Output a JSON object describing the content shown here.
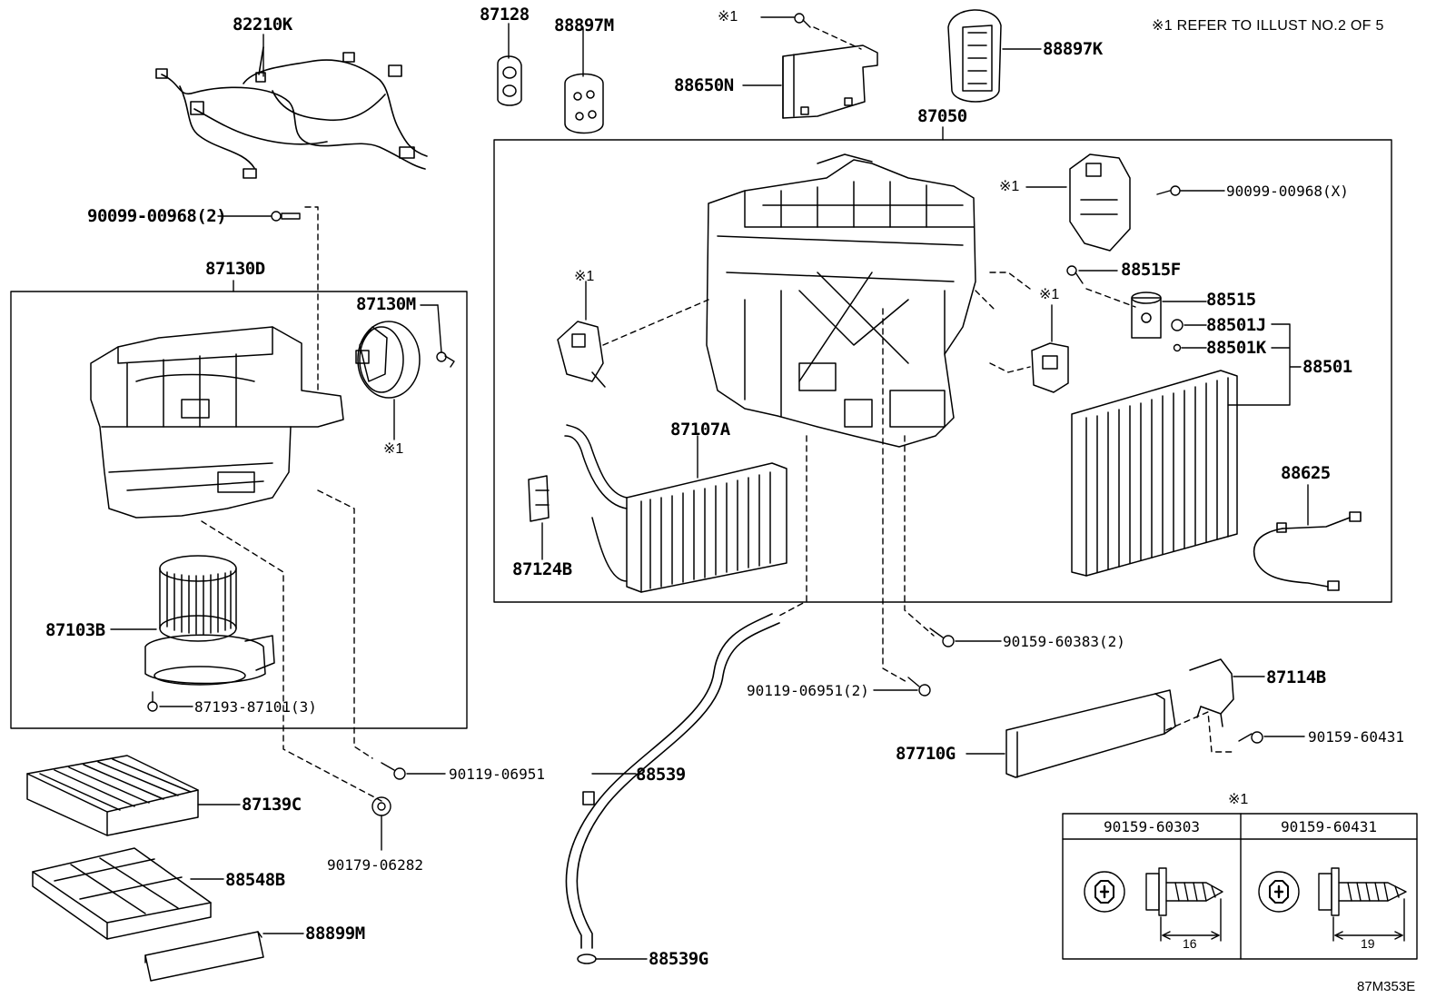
{
  "note": "※1 REFER TO ILLUST NO.2 OF 5",
  "ref_mark": "※1",
  "labels": {
    "p82210K": "82210K",
    "p90099_00968_2": "90099-00968(2)",
    "p87130D": "87130D",
    "p87130M": "87130M",
    "p87103B": "87103B",
    "p87193": "87193-87101(3)",
    "p87128": "87128",
    "p88897M": "88897M",
    "p88650N": "88650N",
    "p88897K": "88897K",
    "p87050": "87050",
    "p90099_00968_X": "90099-00968(X)",
    "p88515F": "88515F",
    "p88515": "88515",
    "p88501J": "88501J",
    "p88501K": "88501K",
    "p88501": "88501",
    "p87107A": "87107A",
    "p87124B": "87124B",
    "p88625": "88625",
    "p90159_60383": "90159-60383(2)",
    "p90119_06951_2": "90119-06951(2)",
    "p87114B": "87114B",
    "p90159_60431": "90159-60431",
    "p87710G": "87710G",
    "p90119_06951": "90119-06951",
    "p88539": "88539",
    "p90179_06282": "90179-06282",
    "p87139C": "87139C",
    "p88548B": "88548B",
    "p88899M": "88899M",
    "p88539G": "88539G"
  },
  "fastener_table": {
    "title": "※1",
    "columns": [
      "90159-60303",
      "90159-60431"
    ],
    "dimensions": [
      "16",
      "19"
    ]
  },
  "illustration_id": "87M353E"
}
